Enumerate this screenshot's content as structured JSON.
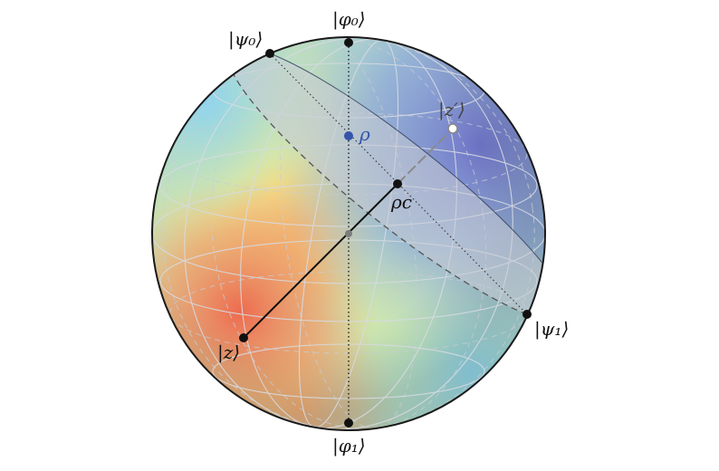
{
  "labels": {
    "phi0": "|φ₀⟩",
    "psi0": "|ψ₀⟩",
    "zprime": "|z′⟩",
    "rho": "ρ",
    "rhoc": "ρc",
    "z": "|z⟩",
    "psi1": "|ψ₁⟩",
    "phi1": "|φ₁⟩"
  },
  "colors": {
    "sphere_outline": "#1a1a1a",
    "rho_point": "#3355aa",
    "open_point": "#9a9a9a",
    "cold": "#6f78c9",
    "hot": "#f07a55",
    "warm": "#f2ee88"
  }
}
